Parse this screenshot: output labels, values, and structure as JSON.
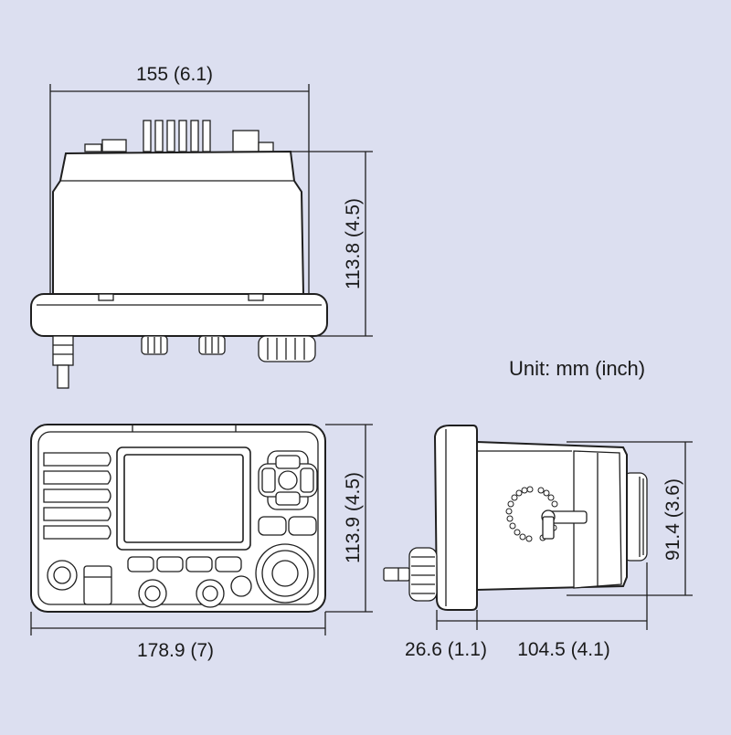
{
  "unit_note": "Unit: mm (inch)",
  "dimensions": {
    "top_width": "155 (6.1)",
    "top_height": "113.8 (4.5)",
    "front_height": "113.9 (4.5)",
    "front_width": "178.9 (7)",
    "side_height": "91.4 (3.6)",
    "side_knob_depth": "26.6 (1.1)",
    "side_body_depth": "104.5 (4.1)"
  },
  "colors": {
    "background": "#dcdff0",
    "line": "#1f1f1f",
    "fill": "#ffffff"
  }
}
